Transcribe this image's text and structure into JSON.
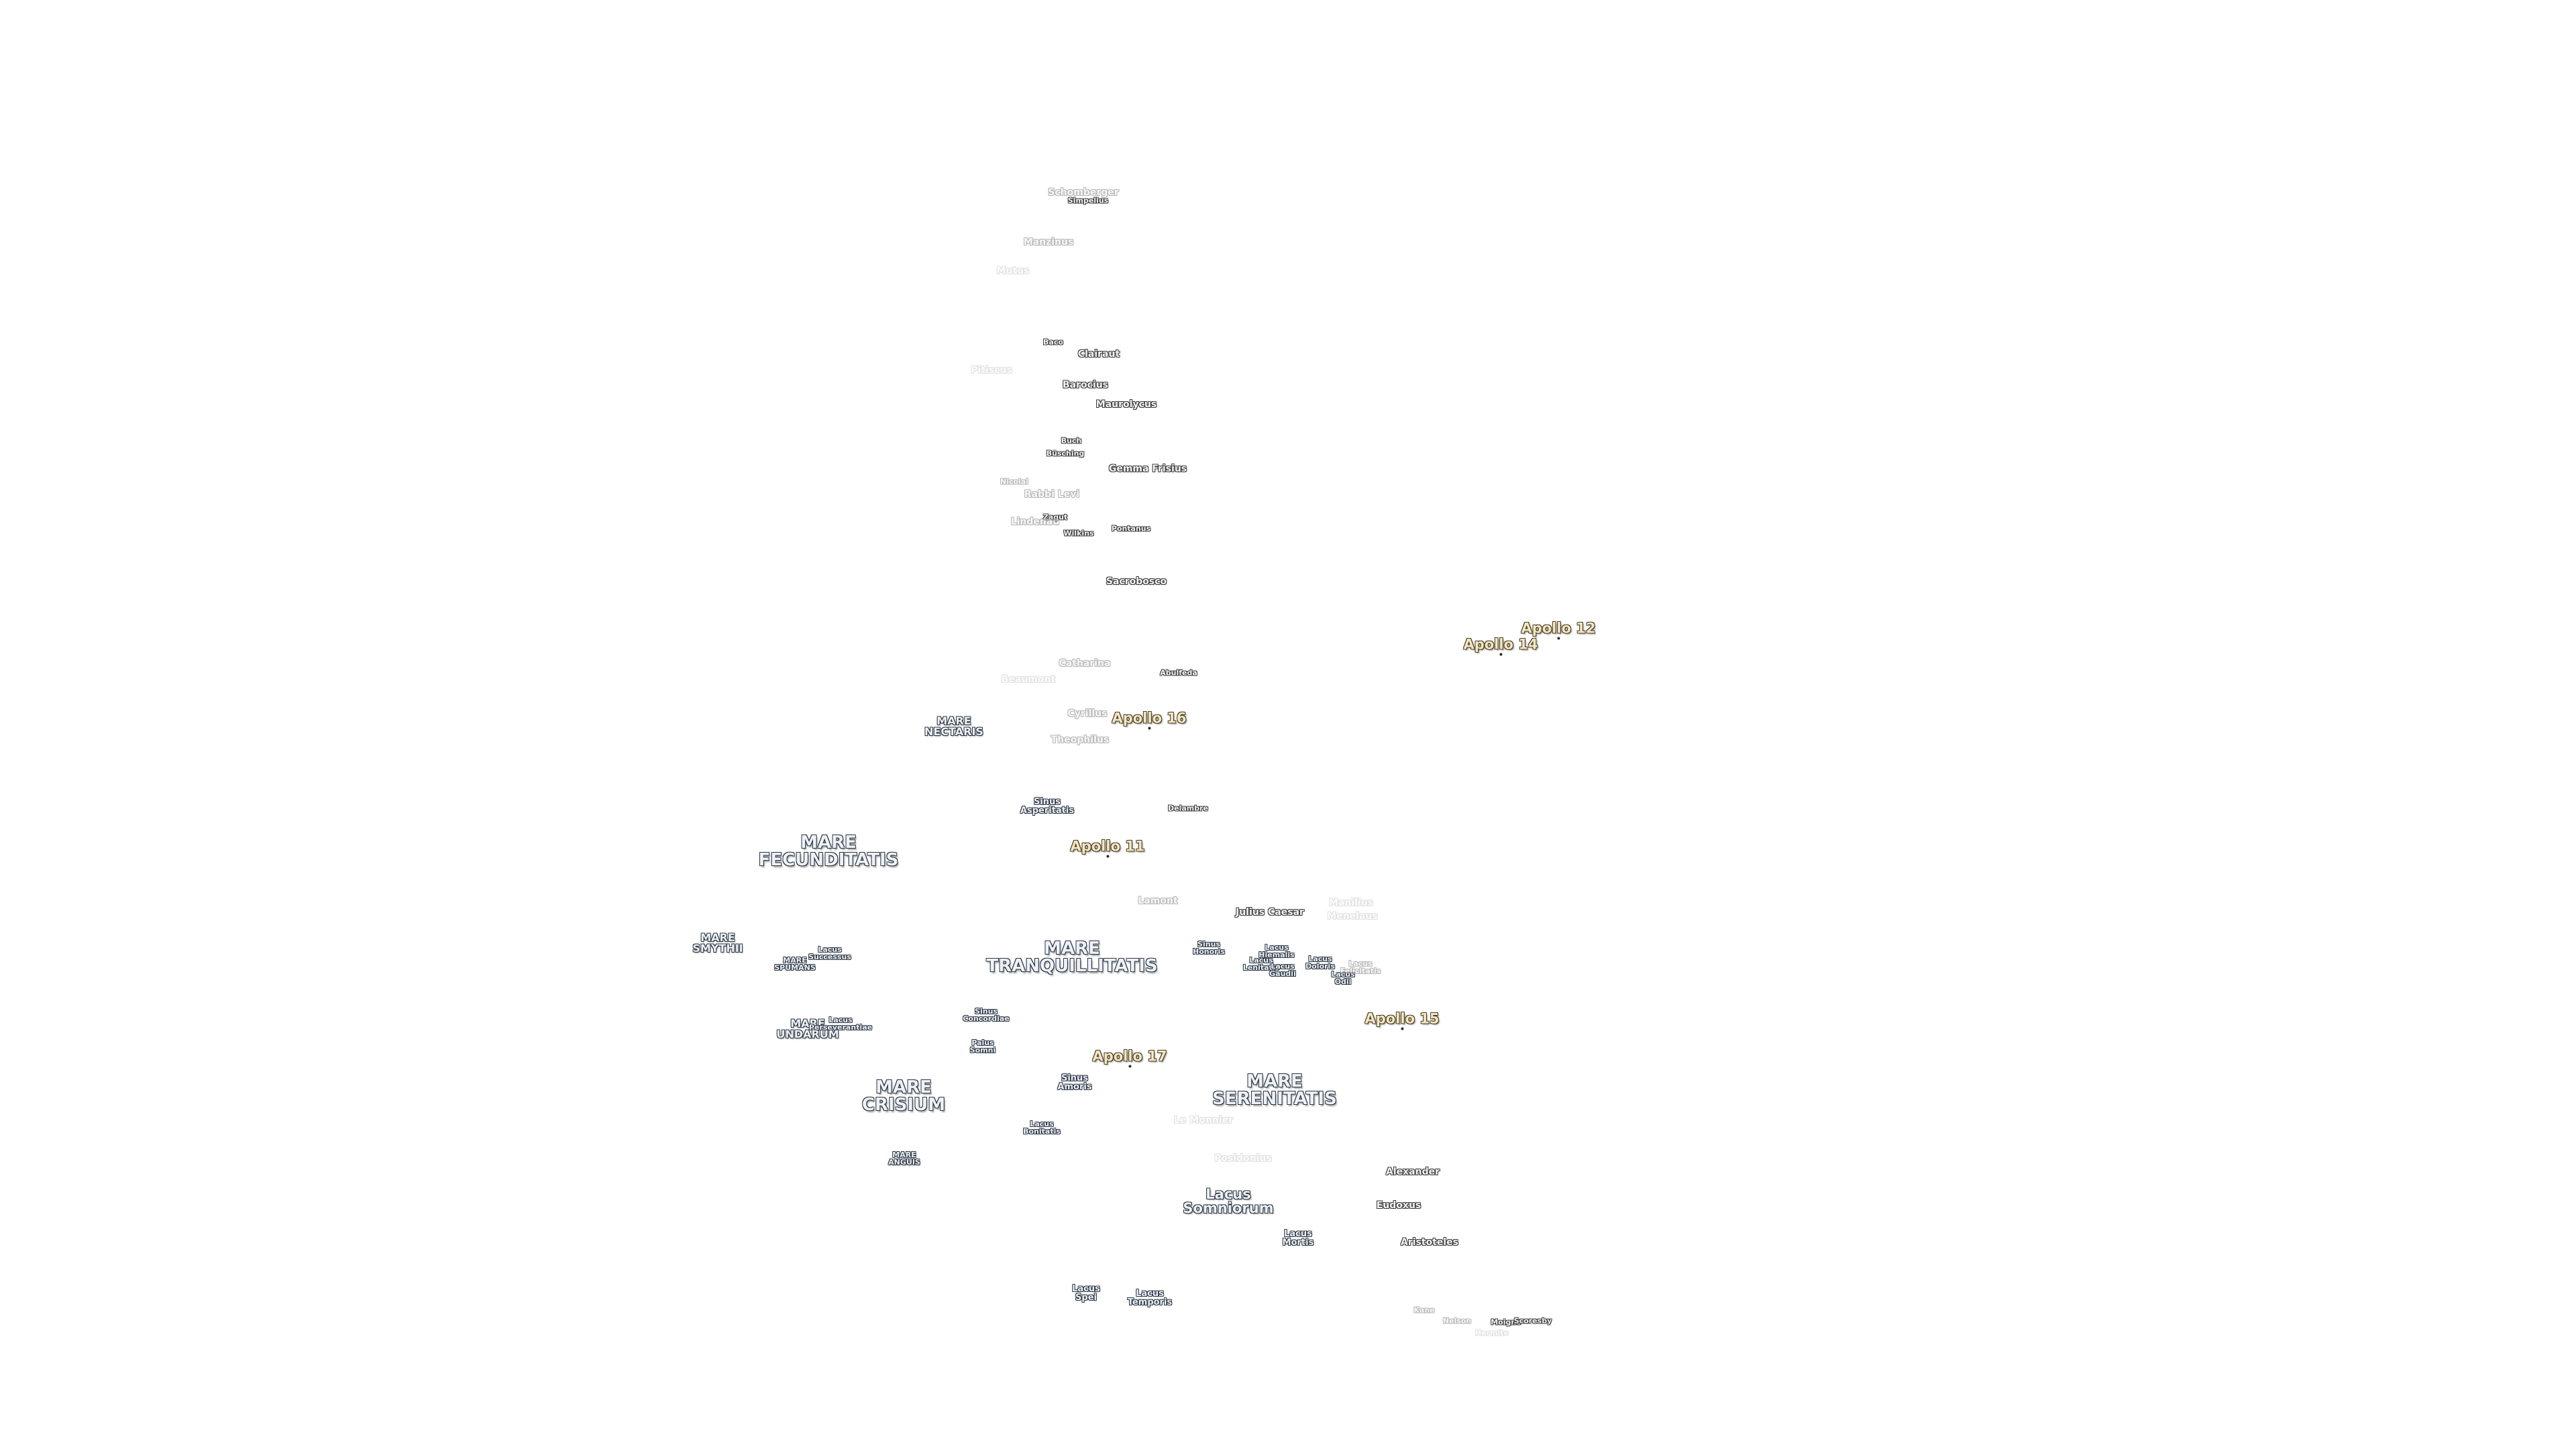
{
  "mare": [
    {
      "name": "MARE\nFECUNDITATIS",
      "size": "lg"
    },
    {
      "name": "MARE\nTRANQUILLITATIS",
      "size": "lg"
    },
    {
      "name": "MARE\nSERENITATIS",
      "size": "lg"
    },
    {
      "name": "MARE\nCRISIUM",
      "size": "lg"
    },
    {
      "name": "MARE\nNECTARIS",
      "size": "sm"
    },
    {
      "name": "MARE\nSMYTHII",
      "size": "sm"
    },
    {
      "name": "MARE\nUNDARUM",
      "size": "sm"
    },
    {
      "name": "MARE\nANGUIS",
      "size": "xs"
    },
    {
      "name": "MARE\nSPUMANS",
      "size": "xs"
    }
  ],
  "lacus": [
    {
      "name": "Lacus\nSomniorum",
      "size": "lg"
    },
    {
      "name": "Lacus\nMortis"
    },
    {
      "name": "Lacus\nSpei"
    },
    {
      "name": "Lacus\nTemporis"
    },
    {
      "name": "Lacus\nDoloris"
    },
    {
      "name": "Lacus\nBonitatis"
    },
    {
      "name": "Lacus\nPerseverantiae"
    },
    {
      "name": "Lacus\nSuccessus"
    },
    {
      "name": "Sinus\nAsperitatis"
    },
    {
      "name": "Sinus\nAmoris"
    },
    {
      "name": "Sinus\nConcordiae"
    },
    {
      "name": "Sinus\nHonoris"
    },
    {
      "name": "Palus\nSomni"
    },
    {
      "name": "Lacus\nGaudii"
    },
    {
      "name": "Lacus\nOdii"
    },
    {
      "name": "Lacus\nHiemalis"
    },
    {
      "name": "Lacus\nLenitatis"
    },
    {
      "name": "Lacus\nFelicitatis"
    }
  ],
  "craters": [
    "Schomberger",
    "Simpelius",
    "Manzinus",
    "Mutus",
    "Baco",
    "Clairaut",
    "Pitiscus",
    "Barocius",
    "Maurolycus",
    "Buch",
    "Büsching",
    "Gemma Frisius",
    "Nicolai",
    "Rabbi Levi",
    "Zagut",
    "Lindenau",
    "Wilkins",
    "Pontanus",
    "Sacrobosco",
    "Catharina",
    "Abulfeda",
    "Beaumont",
    "Cyrillus",
    "Theophilus",
    "Delambre",
    "Lamont",
    "Julius Caesar",
    "Alexander",
    "Eudoxus",
    "Aristoteles",
    "Kane",
    "Nelson",
    "Moigno",
    "Scoresby",
    "Le Monnier",
    "Posidonius",
    "Manilius",
    "Menelaus",
    "Hermite"
  ],
  "apollo": [
    "Apollo 12",
    "Apollo 14",
    "Apollo 16",
    "Apollo 11",
    "Apollo 15",
    "Apollo 17"
  ],
  "colors": {
    "background": "#ffffff",
    "mare_fill": "#eef2f8",
    "label_outline": "#2a3440",
    "apollo_fill": "#f3e6c4",
    "apollo_outline": "#4a3e22"
  }
}
